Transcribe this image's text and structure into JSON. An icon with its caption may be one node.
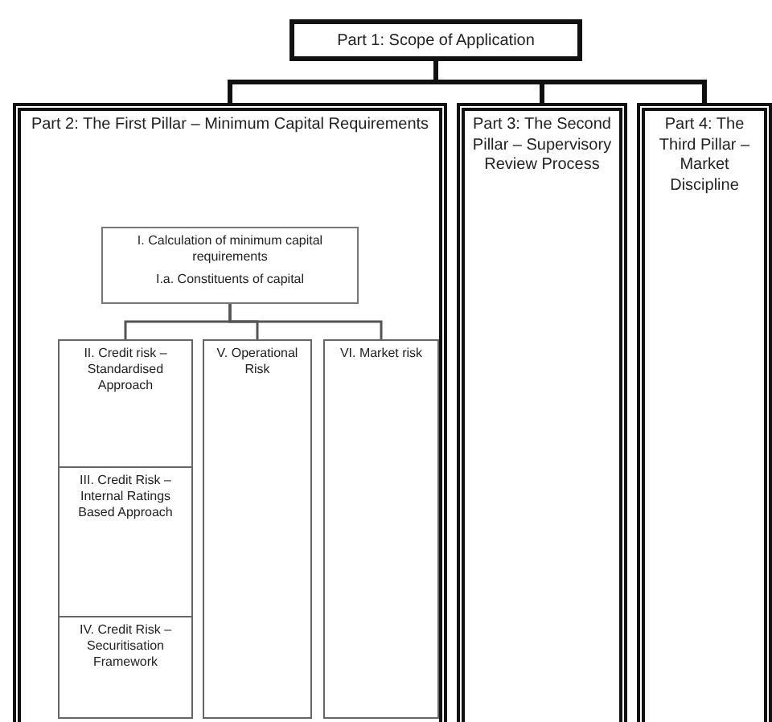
{
  "diagram": {
    "nodes": [
      {
        "text": [
          "Part 1: Scope of Application"
        ]
      },
      {
        "text": [
          "Part 2: The First Pillar – Minimum Capital Requirements"
        ]
      },
      {
        "text": [
          "Part 3: The Second Pillar – Supervisory Review Process"
        ]
      },
      {
        "text": [
          "Part 4: The Third Pillar – Market Discipline"
        ]
      },
      {
        "text": [
          "I. Calculation of minimum capital requirements",
          "I.a. Constituents of capital"
        ],
        "in": 1
      },
      {
        "text": [
          "II. Credit risk – Standardised Approach"
        ],
        "in": 1
      },
      {
        "text": [
          "III. Credit Risk – Internal Ratings Based Approach"
        ],
        "in": 1
      },
      {
        "text": [
          "IV. Credit Risk – Securitisation Framework"
        ],
        "in": 1
      },
      {
        "text": [
          "V. Operational Risk"
        ],
        "in": 1
      },
      {
        "text": [
          "VI. Market risk"
        ],
        "in": 1
      }
    ],
    "edges": [
      {
        "from": 0,
        "to": 1,
        "arrow": "none",
        "style": "thick"
      },
      {
        "from": 0,
        "to": 2,
        "arrow": "none",
        "style": "thick"
      },
      {
        "from": 0,
        "to": 3,
        "arrow": "none",
        "style": "thick"
      },
      {
        "from": 4,
        "to": 5,
        "arrow": "none"
      },
      {
        "from": 4,
        "to": 8,
        "arrow": "none"
      },
      {
        "from": 4,
        "to": 9,
        "arrow": "none"
      }
    ]
  }
}
